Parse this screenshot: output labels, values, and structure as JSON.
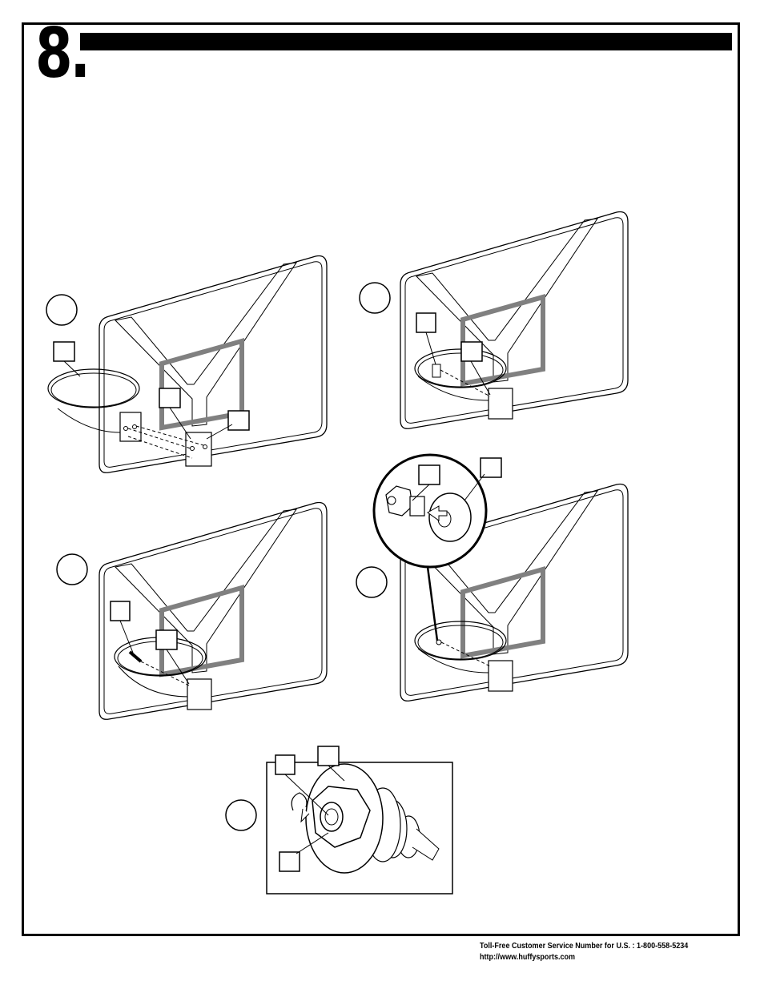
{
  "step": {
    "number": "8."
  },
  "footer": {
    "phone_line": "Toll-Free Customer Service Number for U.S. : 1-800-558-5234",
    "url": "http://www.huffysports.com"
  }
}
